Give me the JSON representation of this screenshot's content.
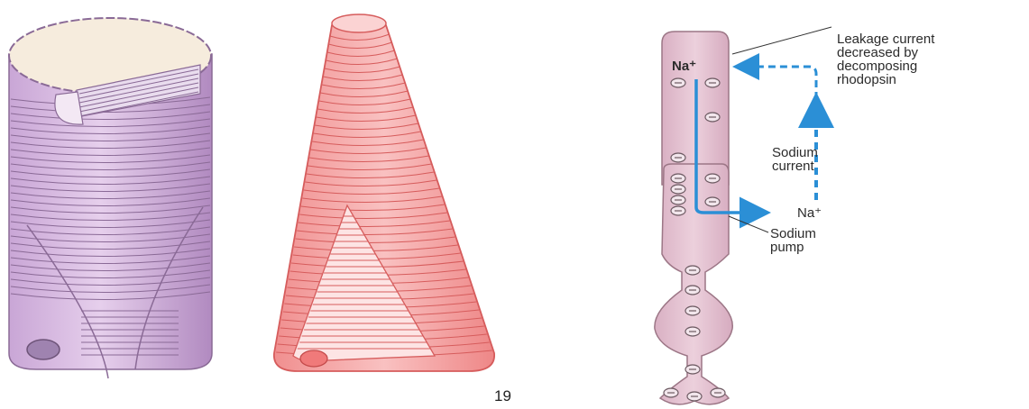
{
  "labels": {
    "na_top": "Na⁺",
    "na_right": "Na⁺",
    "leakage": [
      "Leakage current",
      "decreased by",
      "decomposing",
      "rhodopsin"
    ],
    "sodium_current": [
      "Sodium",
      "current"
    ],
    "sodium_pump": [
      "Sodium",
      "pump"
    ]
  },
  "page_number": "19",
  "colors": {
    "rod_fill": "#d7b5df",
    "rod_stroke": "#8a6a96",
    "cone_fill": "#f6a9a9",
    "cone_stroke": "#d65c5c",
    "cell_fill": "#e2bfcd",
    "cell_stroke": "#9c7686",
    "current_blue": "#2b8fd6",
    "disc_top": "#f6ecdd"
  }
}
